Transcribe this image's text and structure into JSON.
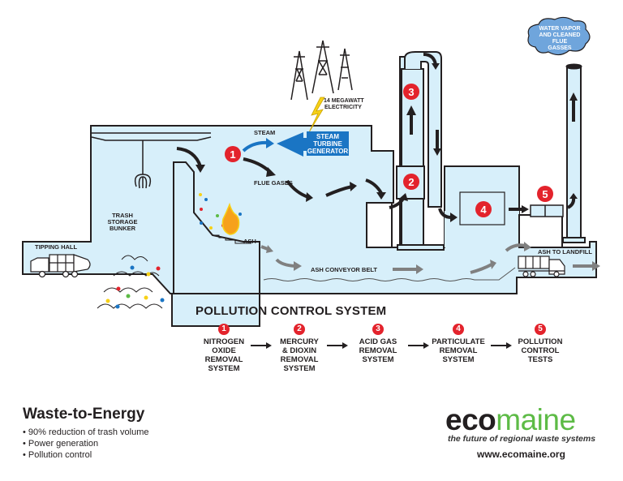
{
  "colors": {
    "building_fill": "#d7effa",
    "outline": "#231f20",
    "badge_red": "#e3232c",
    "steam_blue": "#1a75c4",
    "cloud_blue": "#6fa5dc",
    "bolt_yellow": "#f7d117",
    "flame_orange": "#f6a11b",
    "ash_gray": "#808080",
    "logo_green": "#5dbb46"
  },
  "diagram": {
    "labels": {
      "electricity": [
        "14 MEGAWATT",
        "ELECTRICITY"
      ],
      "steam": "STEAM",
      "generator": [
        "STEAM",
        "TURBINE",
        "GENERATOR"
      ],
      "flue_gases": "FLUE GASES",
      "bunker": [
        "TRASH",
        "STORAGE",
        "BUNKER"
      ],
      "tipping_hall": "TIPPING HALL",
      "ash": "ASH",
      "ash_conveyor": "ASH CONVEYOR BELT",
      "ash_landfill": "ASH TO LANDFILL",
      "cloud": [
        "WATER VAPOR",
        "AND CLEANED",
        "FLUE",
        "GASSES"
      ]
    },
    "markers": [
      "1",
      "2",
      "3",
      "4",
      "5"
    ],
    "icons": {
      "power_towers": "power-tower-icon",
      "lightning": "lightning-bolt-icon",
      "claw": "crane-claw-icon",
      "fire": "flame-icon",
      "garbage_truck": "garbage-truck-icon",
      "dump_truck": "dump-truck-icon",
      "cloud": "cloud-icon"
    }
  },
  "legend": {
    "title": "POLLUTION CONTROL SYSTEM",
    "steps": [
      {
        "num": "1",
        "text": "NITROGEN\nOXIDE\nREMOVAL\nSYSTEM"
      },
      {
        "num": "2",
        "text": "MERCURY\n& DIOXIN\nREMOVAL\nSYSTEM"
      },
      {
        "num": "3",
        "text": "ACID GAS\nREMOVAL\nSYSTEM"
      },
      {
        "num": "4",
        "text": "PARTICULATE\nREMOVAL\nSYSTEM"
      },
      {
        "num": "5",
        "text": "POLLUTION\nCONTROL\nTESTS"
      }
    ]
  },
  "footer": {
    "title": "Waste-to-Energy",
    "bullets": [
      "90% reduction of trash volume",
      "Power generation",
      "Pollution control"
    ]
  },
  "brand": {
    "logo_part1": "eco",
    "logo_part2": "maine",
    "tagline": "the future of regional waste systems",
    "website": "www.ecomaine.org"
  }
}
